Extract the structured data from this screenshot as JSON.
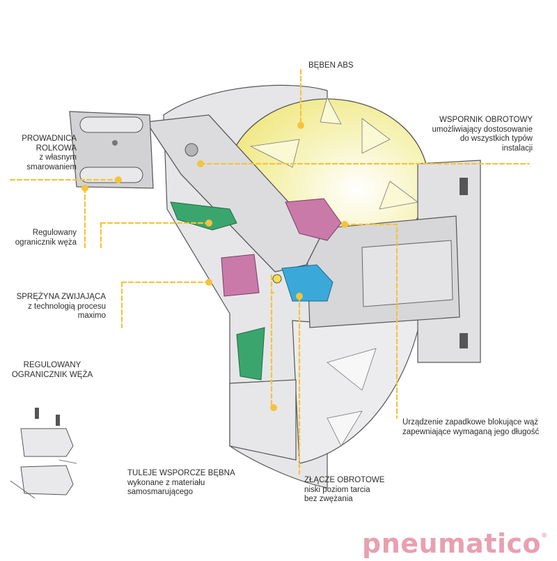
{
  "labels": {
    "beben": "BĘBEN ABS",
    "wspornik_title": "WSPORNIK OBROTOWY",
    "wspornik_l1": "umożliwiający dostosowanie",
    "wspornik_l2": "do wszystkich typów",
    "wspornik_l3": "instalacji",
    "prowadnica_l1": "PROWADNICA",
    "prowadnica_l2": "ROLKOWA",
    "prowadnica_l3": "z własnym",
    "prowadnica_l4": "smarowaniem",
    "regulowany_l1": "Regulowany",
    "regulowany_l2": "ogranicznik węża",
    "sprezyna_l1": "SPRĘŻYNA ZWIJAJĄCA",
    "sprezyna_l2": "z technologią procesu",
    "sprezyna_l3": "maximo",
    "regulowany2_l1": "REGULOWANY",
    "regulowany2_l2": "OGRANICZNIK WĘŻA",
    "tuleje_l1": "TULEJE WSPORCZE BĘBNA",
    "tuleje_l2": "wykonane z materiału",
    "tuleje_l3": "samosmarującego",
    "zlacze_l1": "ZŁĄCZE OBROTOWE",
    "zlacze_l2": "niski poziom tarcia",
    "zlacze_l3": "bez zwężania",
    "urzadzenie_l1": "Urządzenie zapadkowe blokujące wąż",
    "urzadzenie_l2": "zapewniające wymaganą jego długość"
  },
  "brand": {
    "name": "pneumatico",
    "mark": "®"
  },
  "colors": {
    "callout": "#f5c33b",
    "drum": "#f4ef9c",
    "spring": "#3aa66e",
    "pink": "#c97aa8",
    "swivel": "#3aa9d9",
    "metal": "#d9d9dc",
    "outline": "#555555",
    "brand": "#e8a0b0"
  }
}
